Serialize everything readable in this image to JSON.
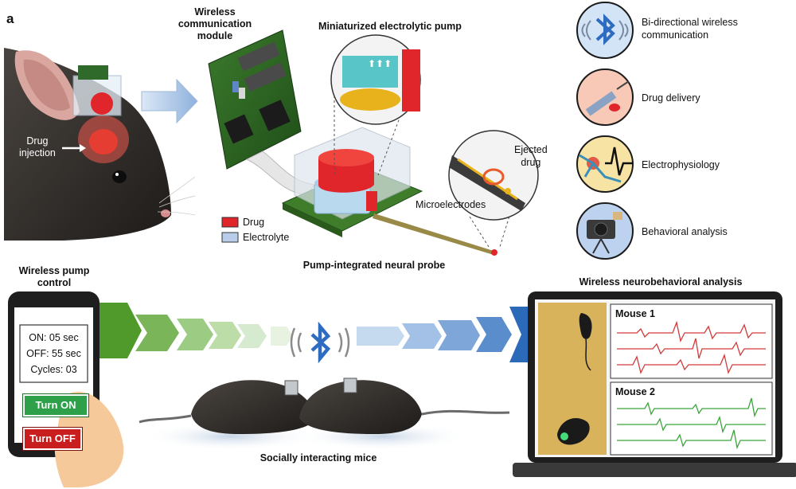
{
  "panel_letter": "a",
  "labels": {
    "wireless_module": [
      "Wireless",
      "communication",
      "module"
    ],
    "pump_title": "Miniaturized electrolytic pump",
    "drug_injection": [
      "Drug",
      "injection"
    ],
    "ejected_drug": [
      "Ejected",
      "drug"
    ],
    "microelectrodes": "Microelectrodes",
    "probe_title": "Pump-integrated neural probe",
    "pump_control": [
      "Wireless pump",
      "control"
    ],
    "neurobehavioral": "Wireless neurobehavioral analysis",
    "social_mice": "Socially interacting mice"
  },
  "legend": [
    {
      "label": "Drug",
      "color": "#e0262b"
    },
    {
      "label": "Electrolyte",
      "color": "#b9cdea"
    }
  ],
  "features": [
    {
      "label": [
        "Bi-directional wireless",
        "communication"
      ],
      "icon": "bluetooth-icon",
      "bg": "#d3e4f6"
    },
    {
      "label": [
        "Drug delivery"
      ],
      "icon": "syringe-icon",
      "bg": "#f7c9b6"
    },
    {
      "label": [
        "Electrophysiology"
      ],
      "icon": "neuron-icon",
      "bg": "#f7e3a3"
    },
    {
      "label": [
        "Behavioral analysis"
      ],
      "icon": "video-camera-icon",
      "bg": "#bcd2ee"
    }
  ],
  "phone": {
    "lines": [
      "ON: 05 sec",
      "OFF: 55 sec",
      "Cycles: 03"
    ],
    "on_button": "Turn ON",
    "off_button": "Turn OFF"
  },
  "laptop": {
    "mouse1": "Mouse 1",
    "mouse2": "Mouse 2"
  },
  "colors": {
    "green_arrow": "#5fa033",
    "blue_arrow": "#2a6ab8",
    "drug_red": "#e0262b",
    "trace_red": "#d33a3a",
    "trace_green": "#3aa53a",
    "bluetooth": "#2d6cc0"
  }
}
